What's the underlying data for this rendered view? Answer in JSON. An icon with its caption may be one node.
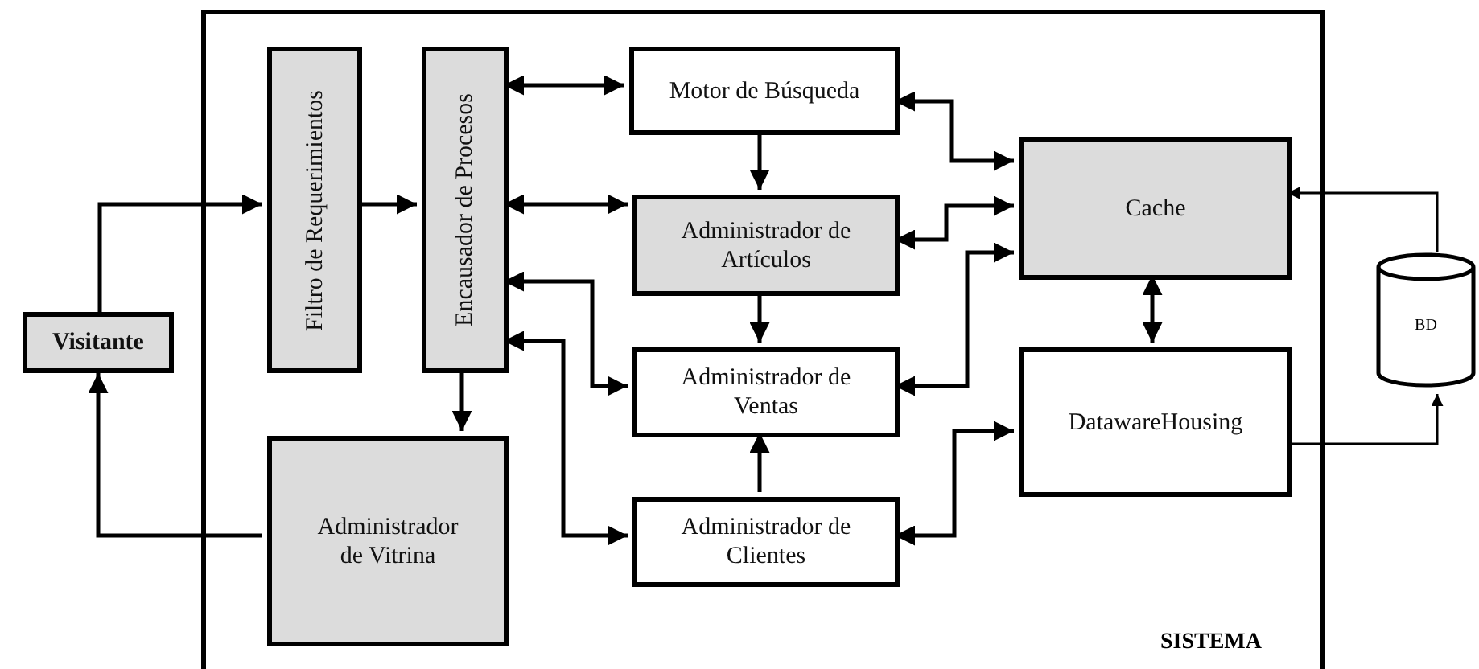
{
  "diagram": {
    "nodes": [
      {
        "text": [
          "Visitante"
        ]
      },
      {
        "text": [
          "SISTEMA"
        ]
      },
      {
        "text": [
          "Filtro de Requerimientos"
        ],
        "in": 1
      },
      {
        "text": [
          "Encausador de Procesos"
        ],
        "in": 1
      },
      {
        "text": [
          "Administrador de Vitrina"
        ],
        "in": 1
      },
      {
        "text": [
          "Motor de Búsqueda"
        ],
        "in": 1
      },
      {
        "text": [
          "Administrador de Artículos"
        ],
        "in": 1
      },
      {
        "text": [
          "Administrador de Ventas"
        ],
        "in": 1
      },
      {
        "text": [
          "Administrador de Clientes"
        ],
        "in": 1
      },
      {
        "text": [
          "Cache"
        ],
        "in": 1
      },
      {
        "text": [
          "DatawareHousing"
        ],
        "in": 1
      },
      {
        "text": [
          "BD"
        ]
      }
    ],
    "edges": [
      {
        "from": 0,
        "to": 2,
        "arrow": "to"
      },
      {
        "from": 2,
        "to": 3,
        "arrow": "to"
      },
      {
        "from": 3,
        "to": 4,
        "arrow": "to"
      },
      {
        "from": 4,
        "to": 0,
        "arrow": "to"
      },
      {
        "from": 3,
        "to": 5,
        "arrow": "both"
      },
      {
        "from": 3,
        "to": 6,
        "arrow": "both"
      },
      {
        "from": 3,
        "to": 7,
        "arrow": "both"
      },
      {
        "from": 3,
        "to": 8,
        "arrow": "both"
      },
      {
        "from": 5,
        "to": 6,
        "arrow": "to"
      },
      {
        "from": 6,
        "to": 7,
        "arrow": "to"
      },
      {
        "from": 8,
        "to": 7,
        "arrow": "to"
      },
      {
        "from": 5,
        "to": 9,
        "arrow": "both"
      },
      {
        "from": 6,
        "to": 9,
        "arrow": "both"
      },
      {
        "from": 7,
        "to": 9,
        "arrow": "both"
      },
      {
        "from": 9,
        "to": 10,
        "arrow": "both"
      },
      {
        "from": 8,
        "to": 10,
        "arrow": "both"
      },
      {
        "from": 10,
        "to": 11,
        "arrow": "to"
      },
      {
        "from": 11,
        "to": 9,
        "arrow": "to"
      }
    ]
  }
}
